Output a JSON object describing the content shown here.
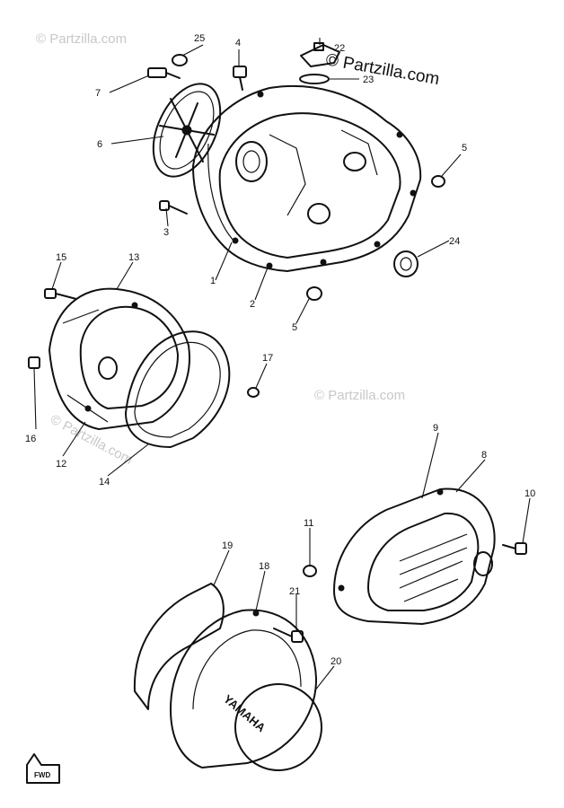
{
  "watermarks": {
    "main": "© Partzilla.com",
    "faint": "© Partzilla.com"
  },
  "casting_text": {
    "brand": "YAMAHA",
    "direction": "FWD"
  },
  "callouts": {
    "p1": "1",
    "p2": "2",
    "p3": "3",
    "p4": "4",
    "p5a": "5",
    "p5b": "5",
    "p6": "6",
    "p7": "7",
    "p8": "8",
    "p9": "9",
    "p10": "10",
    "p11": "11",
    "p12": "12",
    "p13": "13",
    "p14": "14",
    "p15": "15",
    "p16": "16",
    "p17": "17",
    "p18": "18",
    "p19": "19",
    "p20": "20",
    "p21": "21",
    "p22": "22",
    "p23": "23",
    "p24": "24",
    "p25": "25"
  }
}
